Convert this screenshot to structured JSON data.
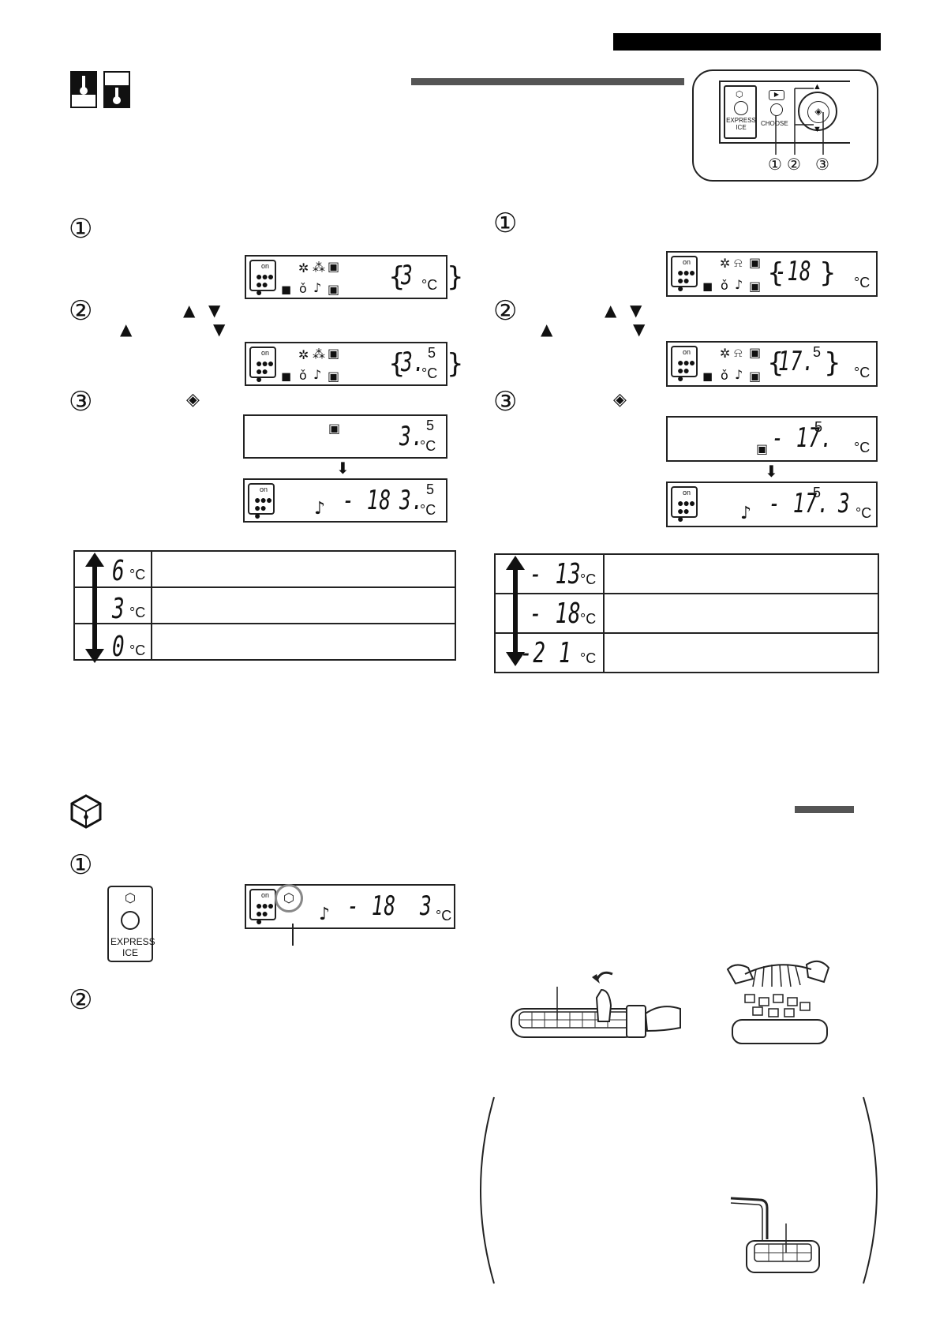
{
  "header": {
    "bar_color": "#000000"
  },
  "section_temp": {
    "icons": [
      "fridge-thermometer-icon",
      "freezer-thermometer-icon"
    ],
    "panel": {
      "express_label": "EXPRESS ICE",
      "choose_label": "CHOOSE",
      "callouts": [
        "①",
        "②",
        "③"
      ]
    },
    "fridge": {
      "steps": [
        "①",
        "②",
        "③"
      ],
      "step2_up": "▲",
      "step2_down": "▼",
      "step2_up2": "▲",
      "step2_down2": "▼",
      "lcd1": {
        "value": "3",
        "unit": "°C"
      },
      "lcd2": {
        "value": "3.",
        "sup": "5",
        "unit": "°C"
      },
      "lcd3": {
        "value": "3.",
        "sup": "5",
        "unit": "°C"
      },
      "lcd4": {
        "freezer": "- 18",
        "fridge": "3.",
        "sup": "5",
        "unit": "°C"
      },
      "range": [
        {
          "value": "6",
          "unit": "°C"
        },
        {
          "value": "3",
          "unit": "°C"
        },
        {
          "value": "0",
          "unit": "°C"
        }
      ]
    },
    "freezer": {
      "steps": [
        "①",
        "②",
        "③"
      ],
      "step2_up": "▲",
      "step2_down": "▼",
      "step2_up2": "▲",
      "step2_down2": "▼",
      "lcd1": {
        "value": "-18",
        "unit": "°C"
      },
      "lcd2": {
        "value": "17.",
        "sup": "5",
        "unit": "°C"
      },
      "lcd3": {
        "value": "- 17.",
        "sup": "5",
        "unit": "°C"
      },
      "lcd4": {
        "freezer": "- 17.",
        "sup": "5",
        "fridge": "3",
        "unit": "°C"
      },
      "range": [
        {
          "value": "- 13",
          "unit": "°C"
        },
        {
          "value": "- 18",
          "unit": "°C"
        },
        {
          "value": "-2 1",
          "unit": "°C"
        }
      ]
    }
  },
  "section_ice": {
    "icon": "ice-cube-icon",
    "steps": [
      "①",
      "②"
    ],
    "button_label": "EXPRESS ICE",
    "lcd": {
      "freezer": "- 18",
      "fridge": "3",
      "unit": "°C"
    }
  }
}
